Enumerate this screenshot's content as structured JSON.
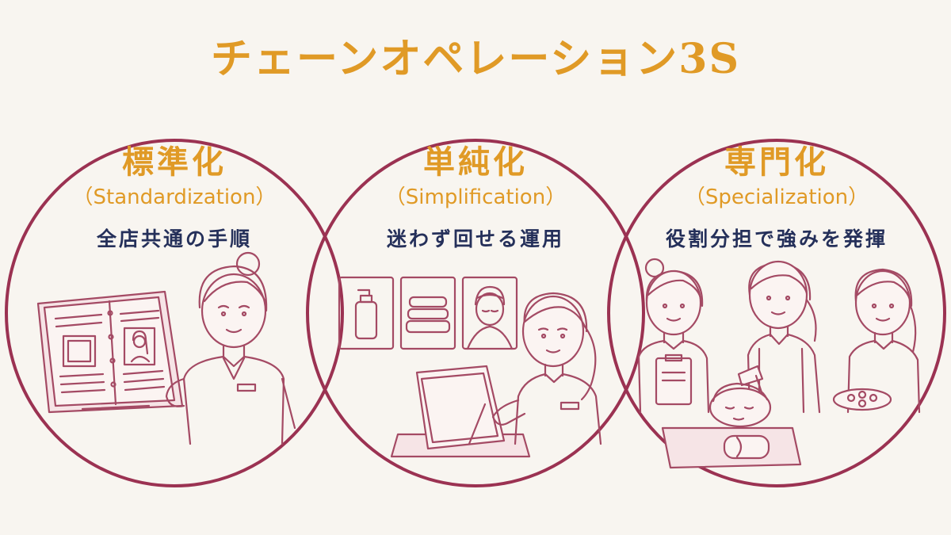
{
  "title": "チェーンオペレーション3S",
  "circles": [
    {
      "heading": "標準化",
      "english": "（Standardization）",
      "description": "全店共通の手順"
    },
    {
      "heading": "単純化",
      "english": "（Simplification）",
      "description": "迷わず回せる運用"
    },
    {
      "heading": "専門化",
      "english": "（Specialization）",
      "description": "役割分担で強みを発揮"
    }
  ],
  "colors": {
    "title": "#e09a26",
    "circle_stroke": "#9b3252",
    "line_art": "#a44a64",
    "description": "#25305a",
    "background": "#f8f5f0"
  }
}
